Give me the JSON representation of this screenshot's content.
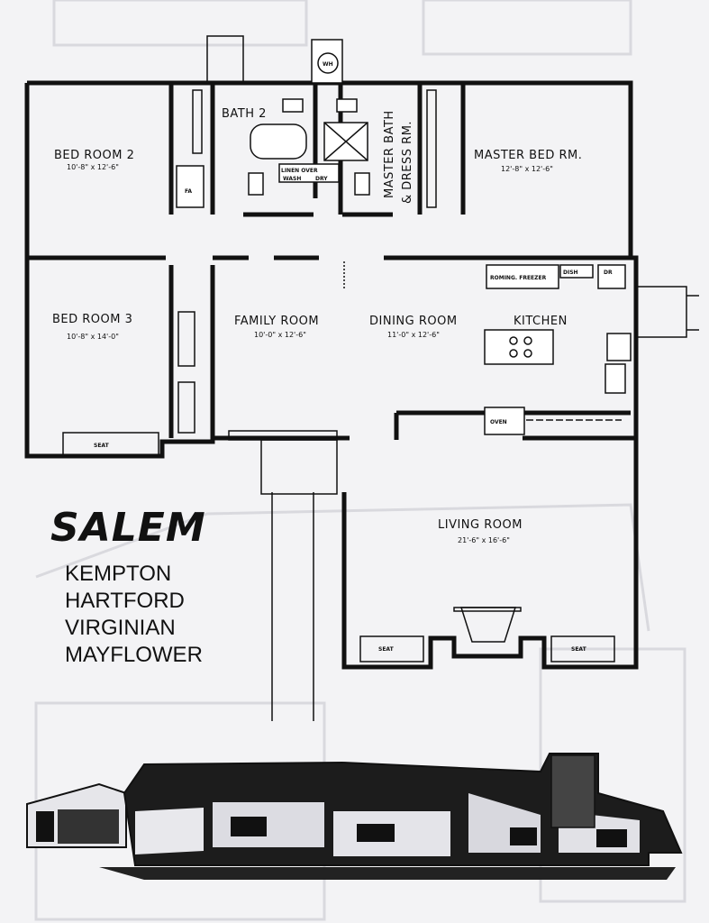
{
  "plan": {
    "rooms": [
      {
        "key": "bed2",
        "name": "BED ROOM 2",
        "dim": "10'-8\" x 12'-6\""
      },
      {
        "key": "bath2",
        "name": "BATH 2",
        "dim": ""
      },
      {
        "key": "master_bath",
        "name": "MASTER BATH",
        "name2": "& DRESS RM.",
        "dim": ""
      },
      {
        "key": "master_bed",
        "name": "MASTER BED RM.",
        "dim": "12'-8\" x 12'-6\""
      },
      {
        "key": "bed3",
        "name": "BED ROOM 3",
        "dim": "10'-8\" x 14'-0\""
      },
      {
        "key": "family",
        "name": "FAMILY ROOM",
        "dim": "10'-0\" x 12'-6\""
      },
      {
        "key": "dining",
        "name": "DINING ROOM",
        "dim": "11'-0\" x 12'-6\""
      },
      {
        "key": "kitchen",
        "name": "KITCHEN",
        "dim": ""
      },
      {
        "key": "living",
        "name": "LIVING ROOM",
        "dim": "21'-6\" x 16'-6\""
      }
    ],
    "fixtures": {
      "wh": "WH",
      "fa": "FA",
      "linen": "LINEN OVER",
      "washer": "WASH",
      "dryer": "DRY",
      "freezer": "ROMING. FREEZER",
      "d_w": "DISH",
      "dr": "DR",
      "oven": "OVEN",
      "seat_bed3": "SEAT",
      "seat_living_left": "SEAT",
      "seat_living_right": "SEAT"
    }
  },
  "legend": {
    "title": "SALEM",
    "models": [
      "KEMPTON",
      "HARTFORD",
      "VIRGINIAN",
      "MAYFLOWER"
    ]
  }
}
